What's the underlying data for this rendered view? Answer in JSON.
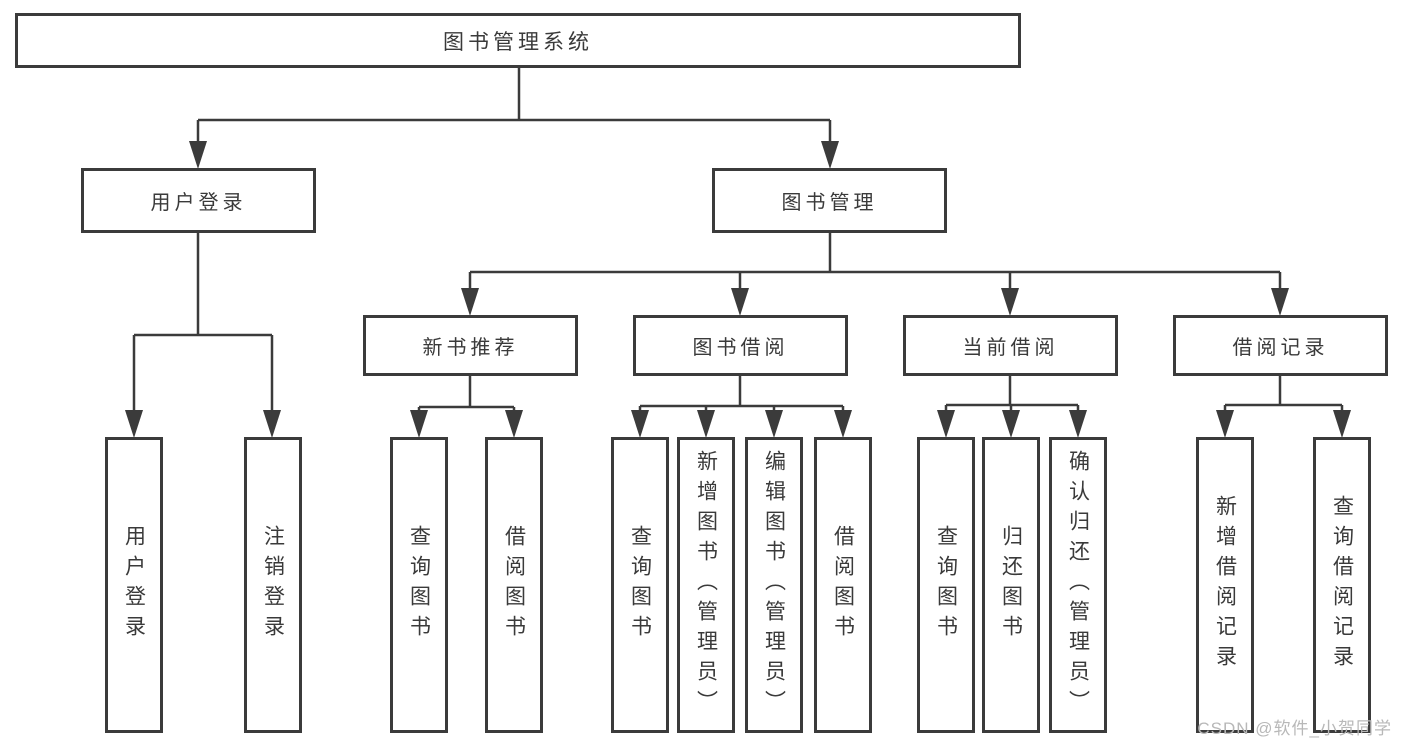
{
  "diagram": {
    "root": "图书管理系统",
    "branches": [
      {
        "label": "用户登录",
        "children": [
          "用户登录",
          "注销登录"
        ]
      },
      {
        "label": "图书管理",
        "children": [
          {
            "label": "新书推荐",
            "children": [
              "查询图书",
              "借阅图书"
            ]
          },
          {
            "label": "图书借阅",
            "children": [
              "查询图书",
              "新增图书（管理员）",
              "编辑图书（管理员）",
              "借阅图书"
            ]
          },
          {
            "label": "当前借阅",
            "children": [
              "查询图书",
              "归还图书",
              "确认归还（管理员）"
            ]
          },
          {
            "label": "借阅记录",
            "children": [
              "新增借阅记录",
              "查询借阅记录"
            ]
          }
        ]
      }
    ]
  },
  "watermark": {
    "text": "CSDN @软件_小贺同学"
  },
  "colors": {
    "line": "#3b3b3b",
    "text": "#3a3a3a",
    "box_background": "#ffffff",
    "watermark": "#b8b8b8"
  }
}
